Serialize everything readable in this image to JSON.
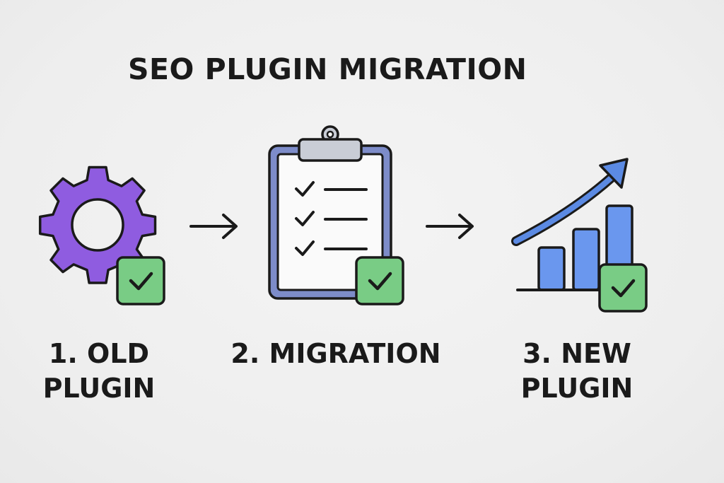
{
  "title": "SEO PLUGIN MIGRATION",
  "steps": [
    {
      "line1": "1. OLD",
      "line2": "PLUGIN",
      "icon": "gear-icon"
    },
    {
      "line1": "2. MIGRATION",
      "line2": "",
      "icon": "clipboard-checklist-icon"
    },
    {
      "line1": "3. NEW",
      "line2": "PLUGIN",
      "icon": "growth-chart-icon"
    }
  ],
  "colors": {
    "background": "#efefef",
    "outline": "#1a1a1a",
    "gear": "#8f5ce0",
    "check_badge": "#79cc85",
    "clipboard_frame": "#7d8cc9",
    "clipboard_paper": "#fafafa",
    "clip": "#c9cdd6",
    "bars": "#6a97ee",
    "arrow_up": "#5b8ae3"
  }
}
